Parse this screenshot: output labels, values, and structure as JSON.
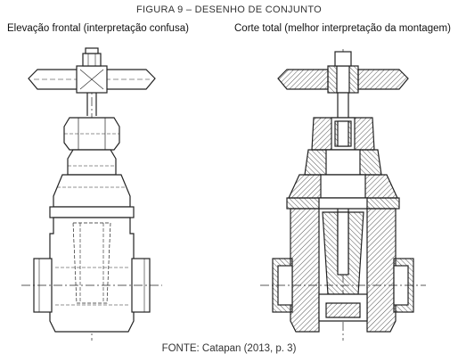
{
  "figure": {
    "title": "FIGURA 9 – DESENHO DE CONJUNTO",
    "source": "FONTE: Catapan (2013, p. 3)"
  },
  "panels": {
    "left": {
      "label": "Elevação frontal (interpretação confusa)"
    },
    "right": {
      "label": "Corte total (melhor interpretação da montagem)"
    }
  },
  "colors": {
    "line": "#222222",
    "hatch": "#555555",
    "background": "#ffffff"
  }
}
